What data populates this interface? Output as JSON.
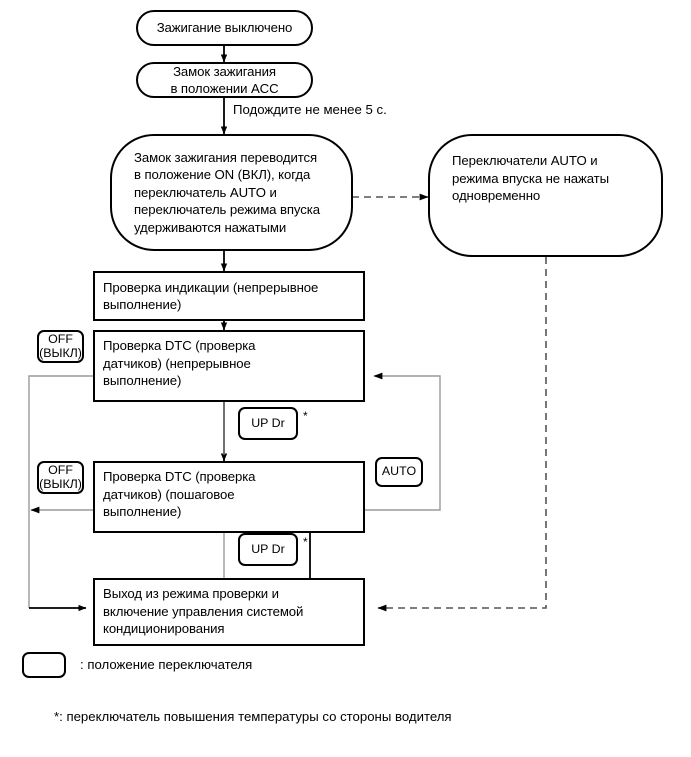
{
  "diagram": {
    "title": "Air conditioning check mode flowchart",
    "nodes": {
      "ignition_off": "Зажигание выключено",
      "ignition_acc": "Замок зажигания\nв положении ACC",
      "ignition_on": "Замок зажигания переводится\nв положение ON (ВКЛ), когда\nпереключатель AUTO и\nпереключатель режима впуска\nудерживаются нажатыми",
      "not_pressed": "Переключатели AUTO и\nрежима впуска не нажаты\nодновременно",
      "indicator_check": "Проверка индикации (непрерывное\nвыполнение)",
      "dtc_continuous": "Проверка DTC (проверка\nдатчиков) (непрерывное\nвыполнение)",
      "dtc_stepwise": "Проверка DTC (проверка\nдатчиков) (пошаговое\nвыполнение)",
      "exit_check": "Выход из режима проверки и\nвключение управления системой\nкондиционирования"
    },
    "edge_labels": {
      "wait_5s": "Подождите не менее 5 с."
    },
    "switch_tags": {
      "off_upper": "OFF\n(ВЫКЛ)",
      "off_lower": "OFF\n(ВЫКЛ)",
      "up_dr_upper": "UP Dr",
      "up_dr_lower": "UP Dr",
      "auto": "AUTO"
    },
    "asterisks": {
      "up_dr_upper_mark": "*",
      "up_dr_lower_mark": "*"
    },
    "legend": {
      "swatch_caption": ": положение переключателя"
    },
    "footnote": {
      "text": "*: переключатель повышения температуры со стороны водителя"
    },
    "colors": {
      "stroke": "#000000",
      "thin_stroke": "#595959",
      "background": "#ffffff"
    }
  }
}
